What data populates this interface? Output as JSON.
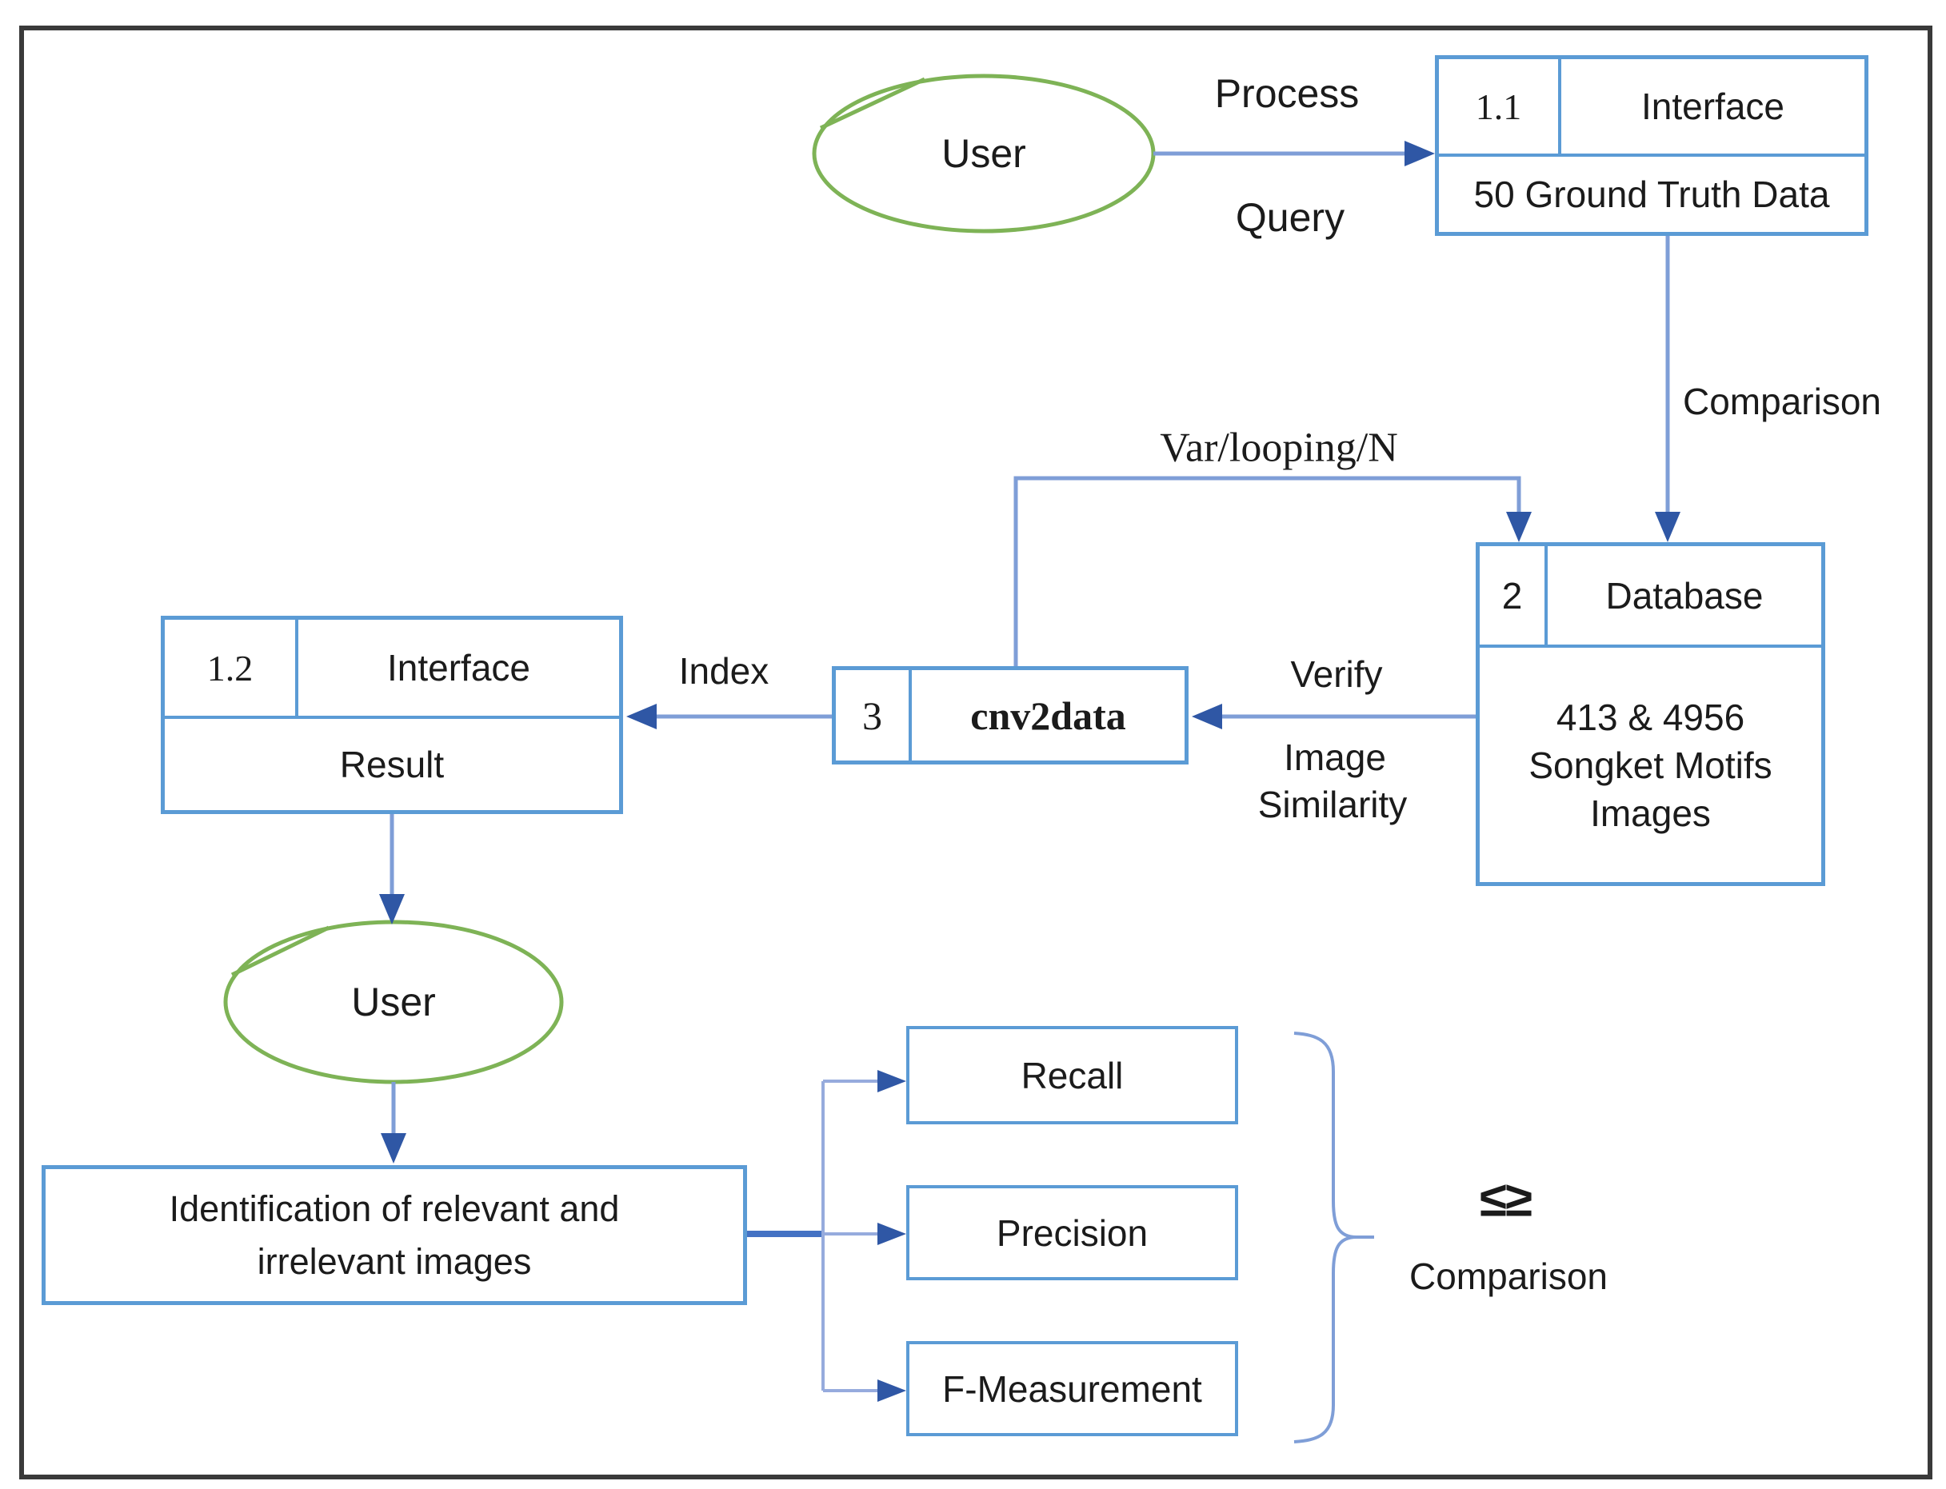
{
  "colors": {
    "box_border": "#5b9bd5",
    "flow_line": "#7f9ed7",
    "flow_line_light": "#96abdd",
    "arrow_head": "#2f57a5",
    "feed_line": "#4472c4",
    "entity_green": "#7eb356",
    "frame_border": "#3a3a3a",
    "text": "#1b1b1b",
    "background": "#ffffff"
  },
  "entities": {
    "user_top": {
      "label": "User"
    },
    "user_bottom": {
      "label": "User"
    }
  },
  "processes": {
    "interface_top": {
      "number": "1.1",
      "title": "Interface",
      "body": "50 Ground Truth Data"
    },
    "database": {
      "number": "2",
      "title": "Database",
      "body_lines": [
        "413 & 4956",
        "Songket Motifs",
        "Images"
      ]
    },
    "cnv2data": {
      "number": "3",
      "title": "cnv2data"
    },
    "interface_result": {
      "number": "1.2",
      "title": "Interface",
      "body": "Result"
    }
  },
  "identification": {
    "line1": "Identification of relevant and",
    "line2": "irrelevant images"
  },
  "metrics": {
    "recall": "Recall",
    "precision": "Precision",
    "f_measurement": "F-Measurement"
  },
  "flow_labels": {
    "process": "Process",
    "query": "Query",
    "comparison_top": "Comparison",
    "var_looping": "Var/looping/N",
    "verify": "Verify",
    "image": "Image",
    "similarity": "Similarity",
    "index": "Index"
  },
  "comparison_note": {
    "symbol": "≤≥",
    "label": "Comparison"
  }
}
